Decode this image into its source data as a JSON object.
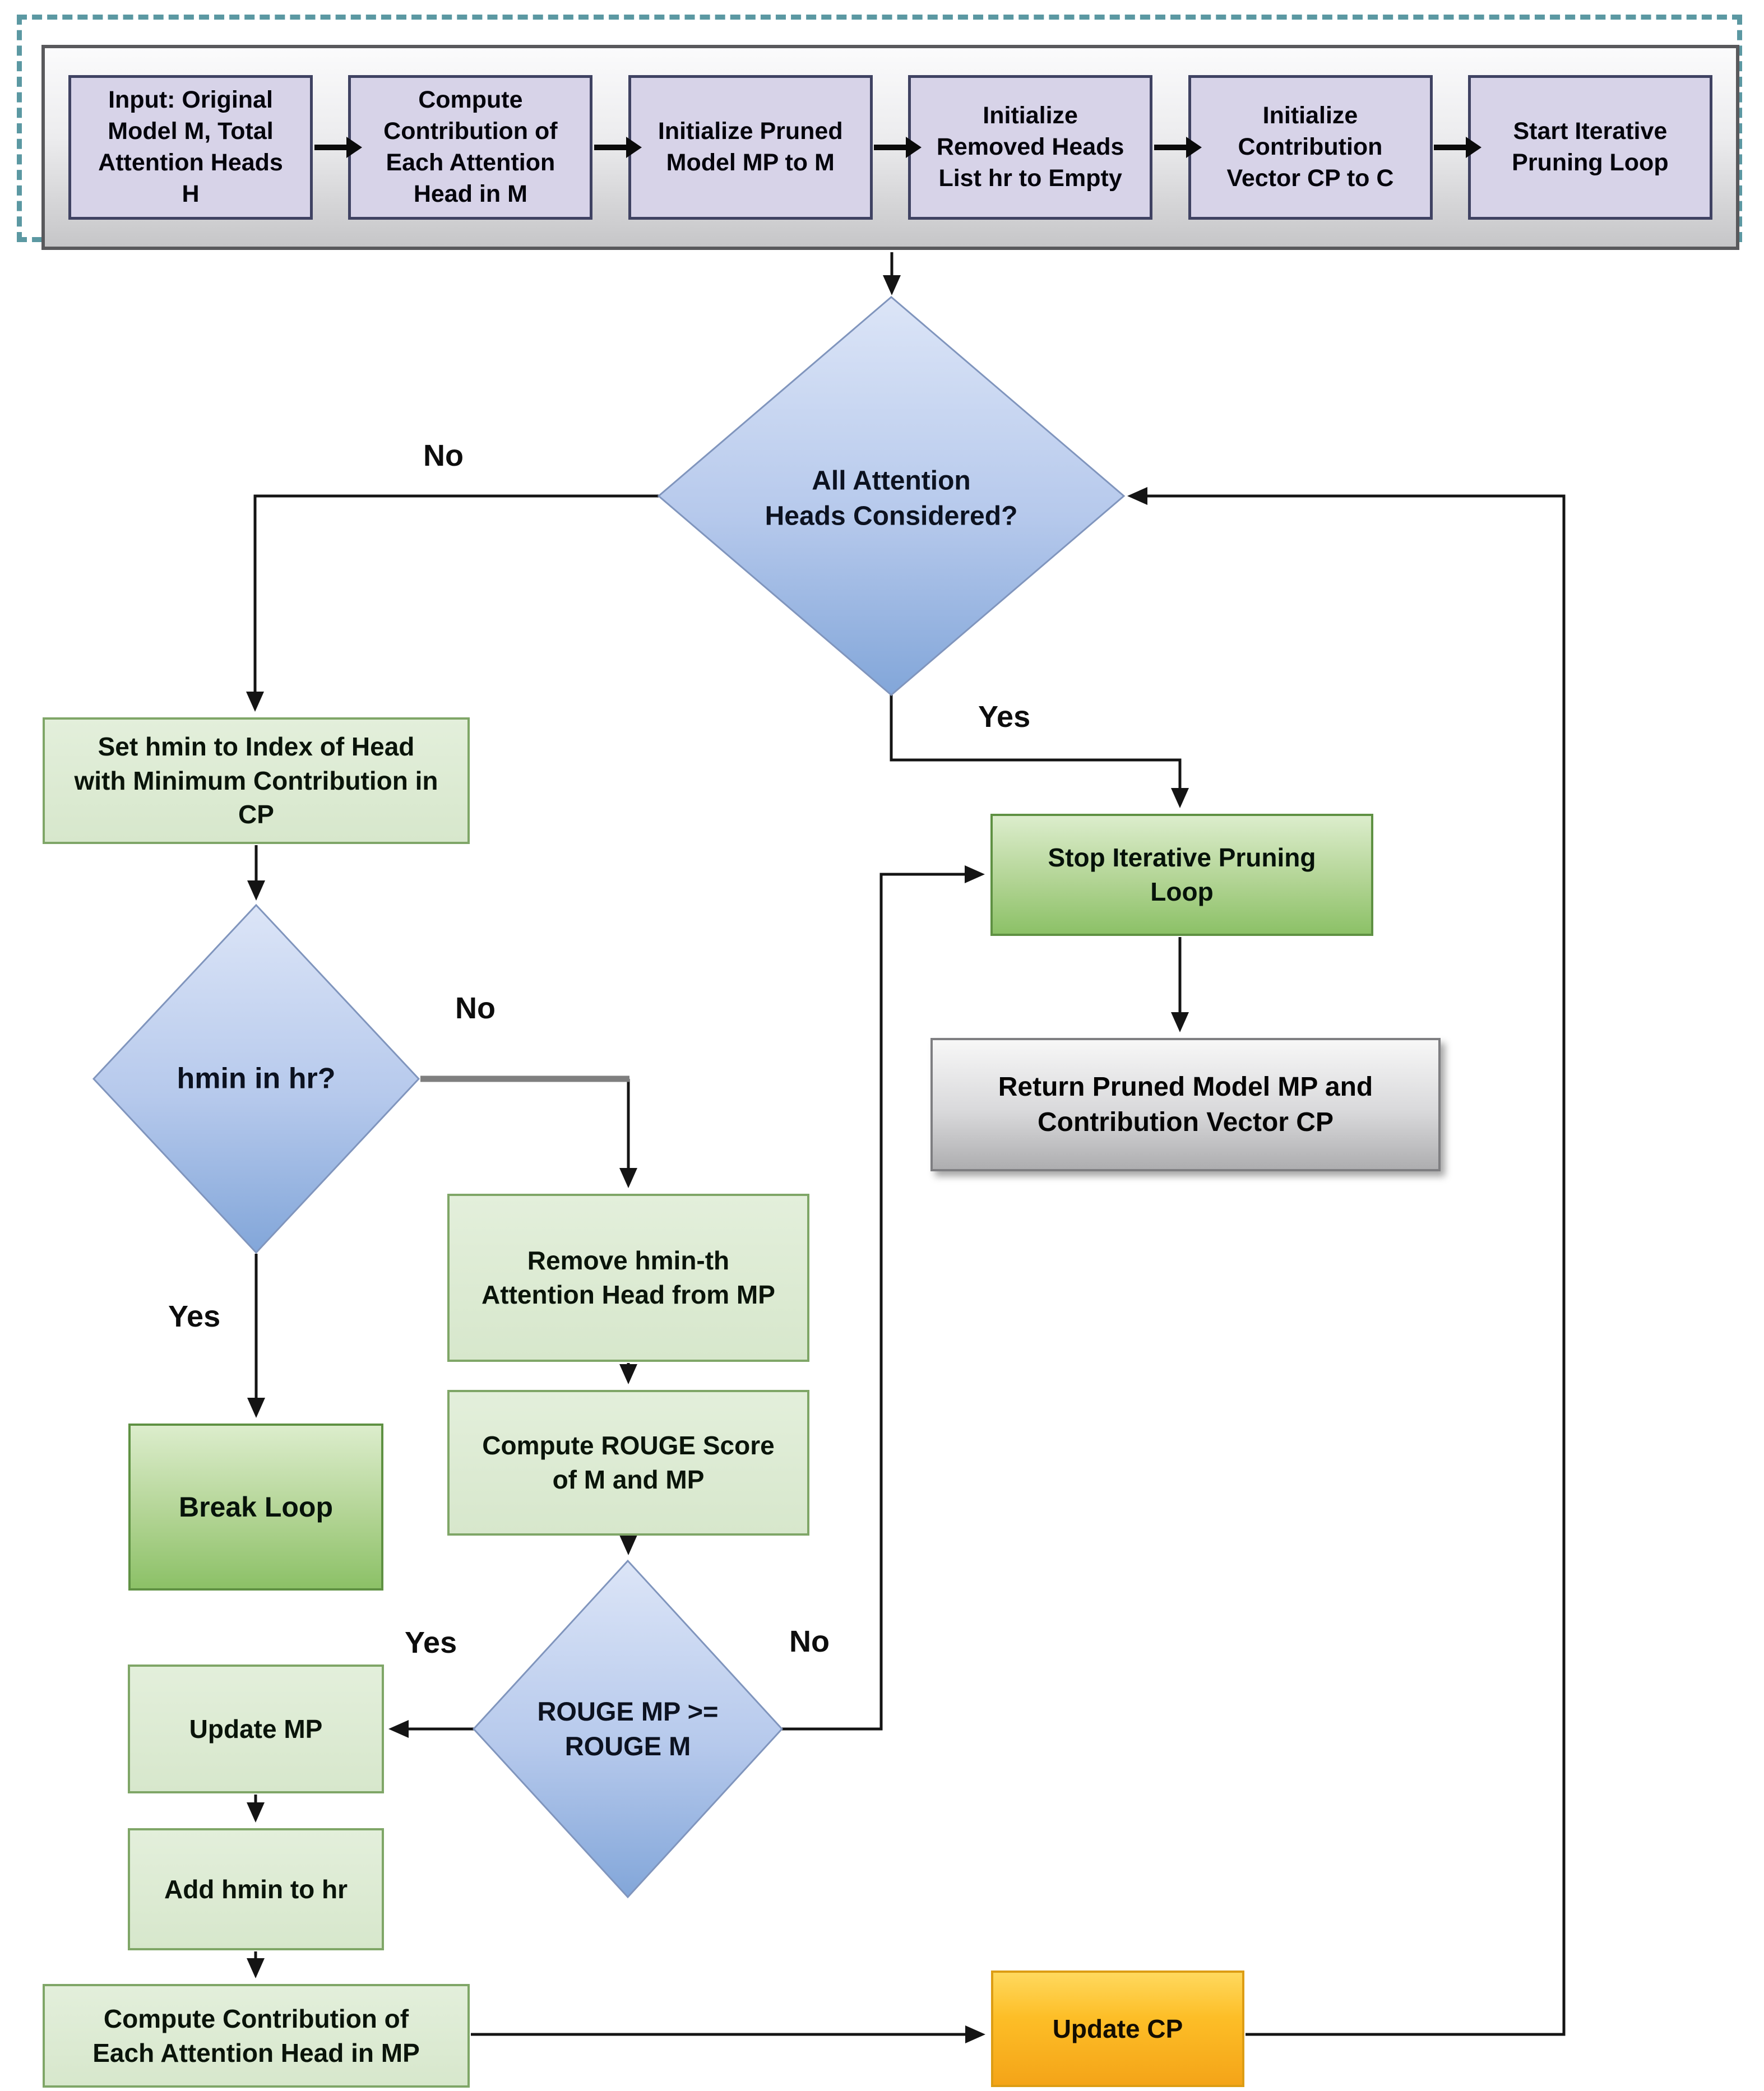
{
  "top_row": {
    "boxes": [
      {
        "label": "Input: Original\nModel M, Total\nAttention Heads\nH"
      },
      {
        "label": "Compute\nContribution of\nEach Attention\nHead in M"
      },
      {
        "label": "Initialize Pruned\nModel MP to M"
      },
      {
        "label": "Initialize\nRemoved Heads\nList hr to Empty"
      },
      {
        "label": "Initialize\nContribution\nVector CP to C"
      },
      {
        "label": "Start Iterative\nPruning Loop"
      }
    ]
  },
  "nodes": {
    "all_heads_decision": {
      "label": "All Attention\nHeads Considered?"
    },
    "set_hmin": {
      "label": "Set hmin to Index of Head\nwith Minimum Contribution in\nCP"
    },
    "hmin_in_hr": {
      "label": "hmin in hr?"
    },
    "break_loop": {
      "label": "Break Loop"
    },
    "remove_head": {
      "label": "Remove hmin-th\nAttention Head from MP"
    },
    "compute_rouge": {
      "label": "Compute ROUGE Score\nof M and MP"
    },
    "rouge_decision": {
      "label": "ROUGE MP >=\nROUGE M"
    },
    "update_mp": {
      "label": "Update MP"
    },
    "add_hmin": {
      "label": "Add hmin to hr"
    },
    "compute_contribution": {
      "label": "Compute Contribution of\nEach Attention Head in MP"
    },
    "stop_loop": {
      "label": "Stop Iterative Pruning\nLoop"
    },
    "return_result": {
      "label": "Return Pruned Model MP and\nContribution Vector CP"
    },
    "update_cp": {
      "label": "Update CP"
    }
  },
  "edge_labels": {
    "all_heads_no": "No",
    "all_heads_yes": "Yes",
    "hmin_no": "No",
    "hmin_yes": "Yes",
    "rouge_yes": "Yes",
    "rouge_no": "No"
  },
  "colors": {
    "dashed_frame": "#5b98a2",
    "band_border": "#59595c",
    "purple_box_fill": "#d7d3e8",
    "purple_box_border": "#3f4262",
    "diamond_top": "#d9e3f6",
    "diamond_bottom": "#82a6d9",
    "green_fill": "#dcead3",
    "green_border": "#7fa667",
    "green_strong_bottom": "#8cc167",
    "gray_box_bottom": "#aeaeb0",
    "orange_top": "#ffd95e",
    "orange_bottom": "#f4a418",
    "connector": "#141414",
    "gray_connector": "#7f7f7f"
  }
}
